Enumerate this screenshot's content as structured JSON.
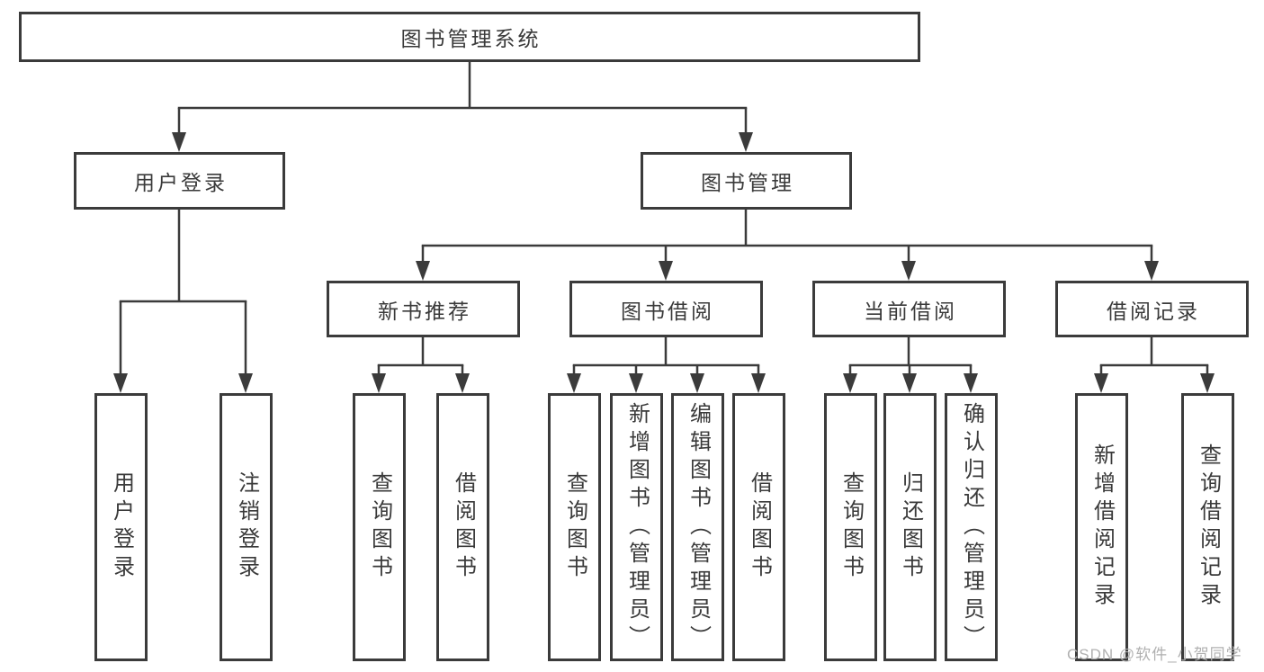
{
  "diagram": {
    "tree": {
      "label": "图书管理系统",
      "children": [
        {
          "label": "用户登录",
          "children": [
            {
              "label": "用户登录"
            },
            {
              "label": "注销登录"
            }
          ]
        },
        {
          "label": "图书管理",
          "children": [
            {
              "label": "新书推荐",
              "children": [
                {
                  "label": "查询图书"
                },
                {
                  "label": "借阅图书"
                }
              ]
            },
            {
              "label": "图书借阅",
              "children": [
                {
                  "label": "查询图书"
                },
                {
                  "label": "新增图书（管理员）"
                },
                {
                  "label": "编辑图书（管理员）"
                },
                {
                  "label": "借阅图书"
                }
              ]
            },
            {
              "label": "当前借阅",
              "children": [
                {
                  "label": "查询图书"
                },
                {
                  "label": "归还图书"
                },
                {
                  "label": "确认归还（管理员）"
                }
              ]
            },
            {
              "label": "借阅记录",
              "children": [
                {
                  "label": "新增借阅记录"
                },
                {
                  "label": "查询借阅记录"
                }
              ]
            }
          ]
        }
      ]
    },
    "colors": {
      "line": "#3b3b3b",
      "text": "#3a3a3a",
      "box_background": "#ffffff"
    }
  },
  "watermark": {
    "text": "CSDN @软件_小贺同学",
    "color": "#b0b0b0"
  }
}
